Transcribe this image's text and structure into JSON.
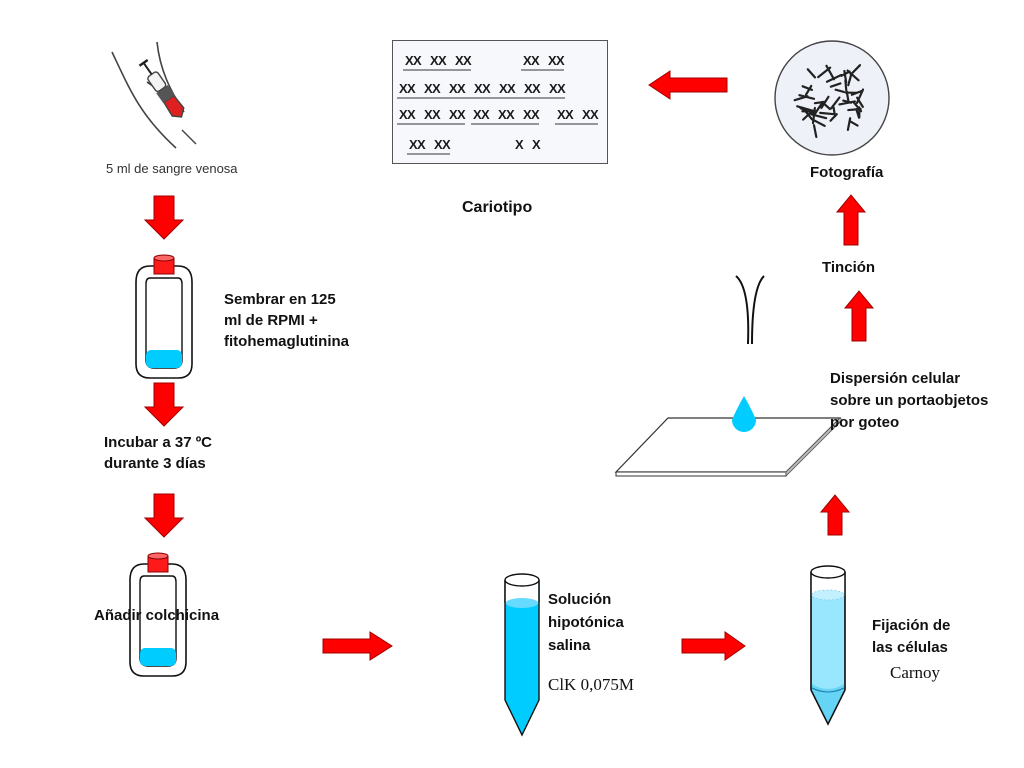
{
  "title": "Protocolo de obtención del cariotipo",
  "colors": {
    "arrow": "#ff0000",
    "arrow_stroke": "#990000",
    "liquid": "#00ccff",
    "liquid_light": "#99e6ff",
    "cap": "#ff1a1a"
  },
  "steps": {
    "blood": {
      "caption": "5 ml de sangre venosa",
      "icon": "syringe-arm-icon"
    },
    "seed": {
      "lines": [
        "Sembrar en 125",
        "ml de RPMI +",
        "fitohemaglutinina"
      ],
      "icon": "culture-flask-icon"
    },
    "incubate": {
      "lines": [
        "Incubar a 37 ºC",
        "durante 3 días"
      ]
    },
    "colchicine": {
      "label": "Añadir colchicina",
      "icon": "culture-flask-icon"
    },
    "hypotonic": {
      "lines": [
        "Solución",
        "hipotónica",
        "salina"
      ],
      "note": "ClK 0,075M",
      "icon": "test-tube-icon"
    },
    "fixation": {
      "lines": [
        "Fijación de",
        "las células"
      ],
      "note": "Carnoy",
      "icon": "test-tube-icon"
    },
    "dispersion": {
      "lines": [
        "Dispersión celular",
        "sobre un portaobjetos",
        "por goteo"
      ],
      "icon": "pipette-slide-icon"
    },
    "staining": {
      "label": "Tinción"
    },
    "photo": {
      "label": "Fotografía",
      "icon": "metaphase-spread-icon"
    },
    "karyotype": {
      "label": "Cariotipo",
      "icon": "karyotype-icon",
      "rows": [
        [
          "XX XX XX",
          "XX XX"
        ],
        [
          "XX XX XX XX XX XX XX"
        ],
        [
          "XX XX XX",
          "XX XX XX",
          "XX XX"
        ],
        [
          "XX XX",
          "X X"
        ]
      ]
    }
  },
  "arrows": [
    {
      "id": "blood-to-seed",
      "direction": "down"
    },
    {
      "id": "seed-to-incubate",
      "direction": "down"
    },
    {
      "id": "incubate-to-colchicine",
      "direction": "down"
    },
    {
      "id": "colchicine-to-hypotonic",
      "direction": "right"
    },
    {
      "id": "hypotonic-to-fixation",
      "direction": "right"
    },
    {
      "id": "fixation-to-dispersion",
      "direction": "up"
    },
    {
      "id": "dispersion-to-staining",
      "direction": "up"
    },
    {
      "id": "staining-to-photo",
      "direction": "up"
    },
    {
      "id": "photo-to-karyotype",
      "direction": "left"
    }
  ]
}
